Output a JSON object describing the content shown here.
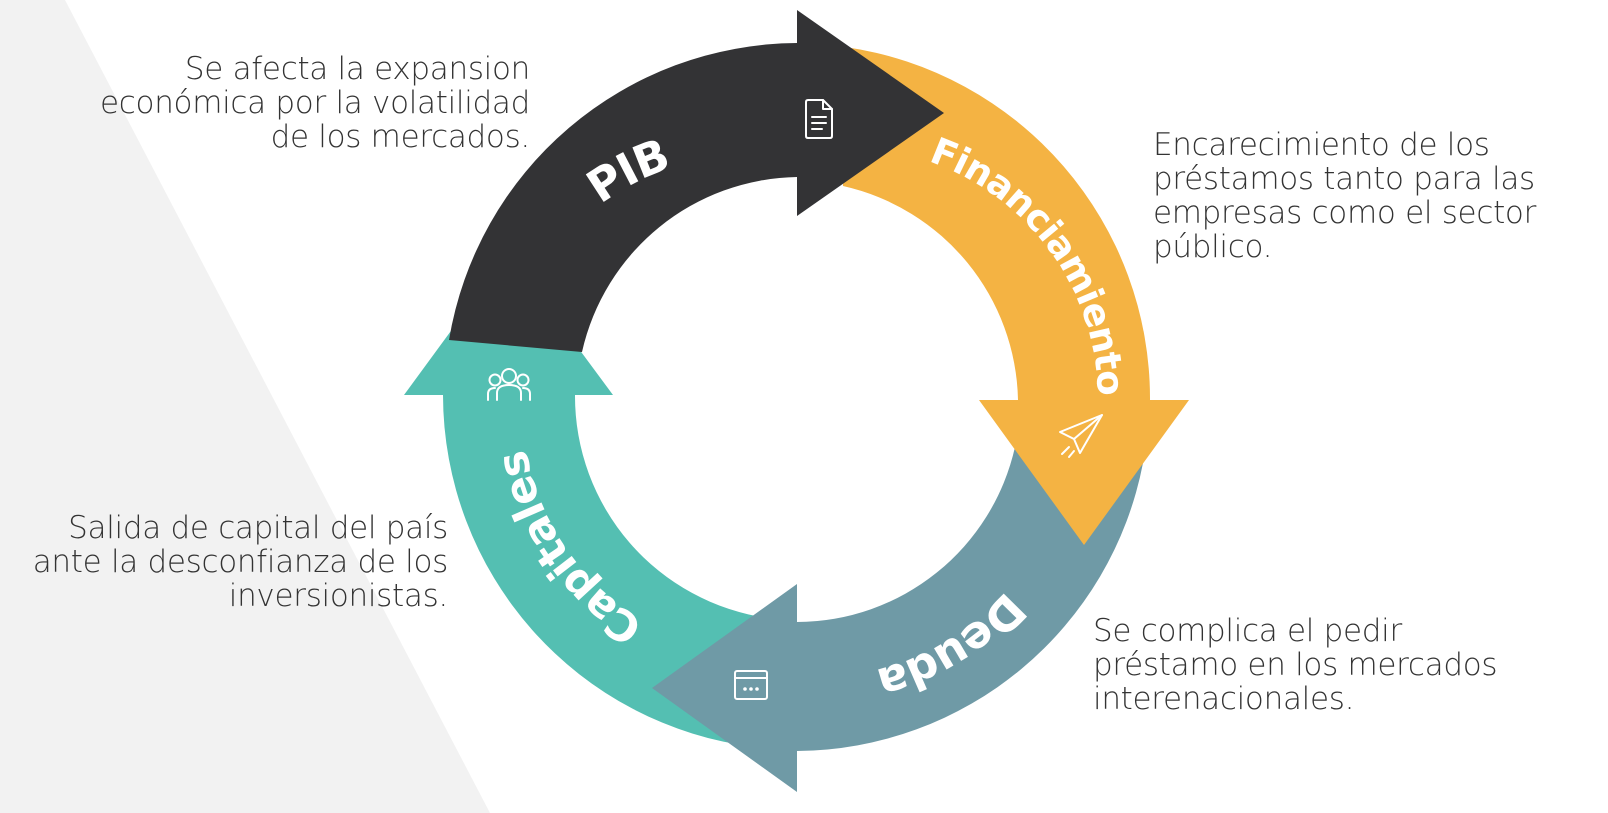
{
  "colors": {
    "pib": "#333335",
    "financiamiento": "#F4B343",
    "deuda": "#6F9AA6",
    "capitales": "#54BFB2",
    "background_shape": "#F2F2F2",
    "text": "#333333"
  },
  "segments": {
    "pib": {
      "label": "PIB",
      "icon": "document-icon"
    },
    "financiamiento": {
      "label": "Financiamiento",
      "icon": "paper-plane-icon"
    },
    "deuda": {
      "label": "Deuda",
      "icon": "browser-window-icon"
    },
    "capitales": {
      "label": "Capitales",
      "icon": "people-group-icon"
    }
  },
  "notes": {
    "top_left": "Se afecta la expansion\neconómica por la volatilidad\nde los mercados.",
    "top_right": "Encarecimiento de los\npréstamos tanto para las\nempresas como el sector\npúblico.",
    "bottom_left": "Salida de capital del país\nante la desconfianza de los\ninversionistas.",
    "bottom_right": "Se complica el pedir\npréstamo en los mercados\ninterenacionales."
  }
}
